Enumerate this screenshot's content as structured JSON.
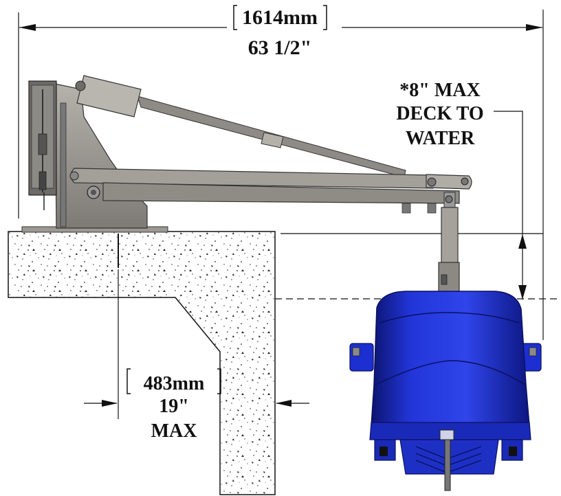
{
  "dimensions": {
    "overall_width_mm": "1614mm",
    "overall_width_in": "63 1/2\"",
    "deck_to_water_line1": "*8\" MAX",
    "deck_to_water_line2": "DECK TO",
    "deck_to_water_line3": "WATER",
    "wall_thickness_mm": "483mm",
    "wall_thickness_in": "19\"",
    "wall_thickness_max": "MAX"
  },
  "colors": {
    "frame": "#8f8c86",
    "frame_dark": "#5e5b56",
    "seat": "#1d2fd0",
    "seat_dark": "#0d1680",
    "concrete": "#ffffff",
    "line": "#111111"
  }
}
